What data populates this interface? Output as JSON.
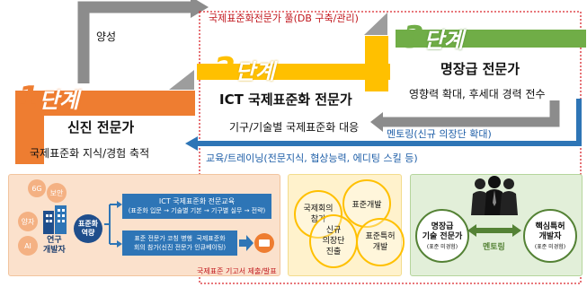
{
  "colors": {
    "stage1": "#ee7d31",
    "stage2": "#ffc000",
    "stage3": "#70ad47",
    "gray": "#8c8c8c",
    "blue": "#2e75b6",
    "red": "#c0161c",
    "dark_blue": "#1f4e8c"
  },
  "top": {
    "pool_label": "국제표준화전문가 풀(DB 구축/관리)",
    "nurture_label": "양성"
  },
  "stage1": {
    "num": "1",
    "word": "단계",
    "title": "신진 전문가",
    "desc": "국제표준화 지식/경험 축적"
  },
  "stage2": {
    "num": "2",
    "word": "단계",
    "title": "ICT 국제표준화 전문가",
    "desc": "기구/기술별 국제표준화 대응"
  },
  "stage3": {
    "num": "3",
    "word": "단계",
    "title": "명장급 전문가",
    "desc": "영향력 확대, 후세대 경력 전수"
  },
  "arrows": {
    "mentoring": "멘토링(신규 의장단 확대)",
    "education": "교육/트레이닝(전문지식, 협상능력, 에디팅 스킬 등)"
  },
  "panel1": {
    "bubbles": [
      "6G",
      "보안",
      "양자",
      "AI"
    ],
    "researcher": "연구\n개발자",
    "capability": "표준화\n역량",
    "box1_title": "ICT 국제표준화 전문교육",
    "box1_sub": "(표준화 입문 → 기술별 기본 → 기구별 실무 → 전략)",
    "box2_text": "표준 전문가 코칭 병행  국제표준화\n회의 참가(신진 전문가 인큐베이팅)",
    "submit_label": "국제표준 기고서 제출/발표"
  },
  "panel2": {
    "circles": [
      "국제회의\n참가",
      "표준개발",
      "신규\n의장단\n진출",
      "표준특허\n개발"
    ]
  },
  "panel3": {
    "master": "명장급\n기술 전문가",
    "master_sub": "(표준 미경험)",
    "patent": "핵심특허\n개발자",
    "patent_sub": "(표준 미경험)",
    "mentoring": "멘토링"
  }
}
